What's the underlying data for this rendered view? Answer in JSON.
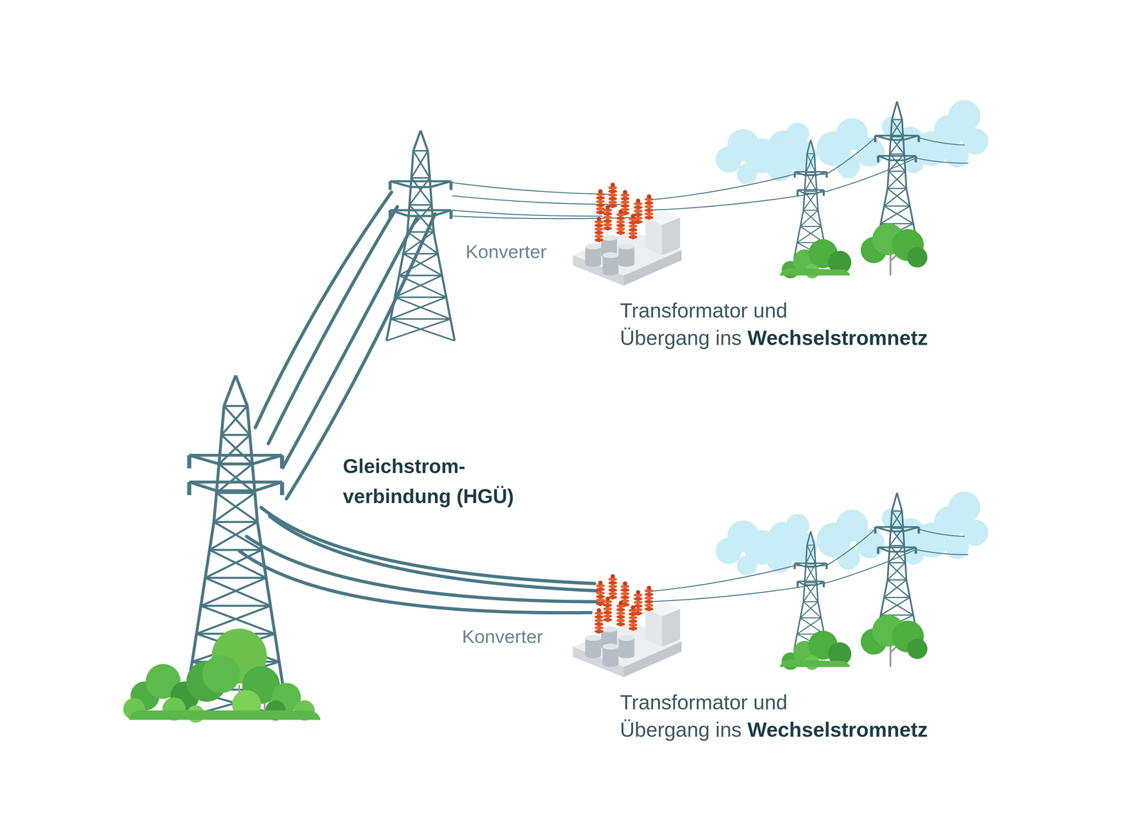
{
  "diagram": {
    "labels": [
      "Konverter",
      "Transformator und Übergang ins",
      "Wechselstromnetz",
      "Gleichstrom- verbindung (HGÜ)",
      "Konverter",
      "Transformator und Übergang ins",
      "Wechselstromnetz"
    ]
  }
}
